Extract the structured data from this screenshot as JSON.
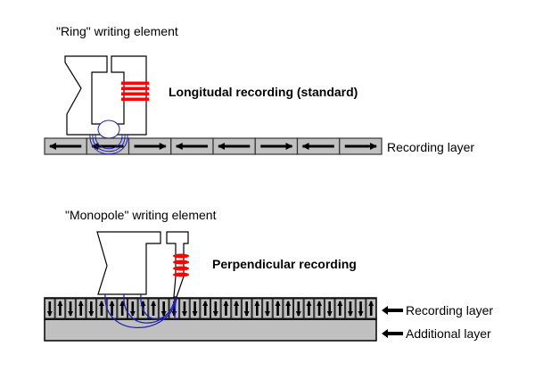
{
  "top": {
    "title": "\"Ring\" writing element",
    "method_label": "Longitudal recording (standard)",
    "layer_label": "Recording layer",
    "magnetization": [
      "left",
      "left",
      "right",
      "left",
      "left",
      "right",
      "left",
      "right"
    ]
  },
  "bottom": {
    "title": "\"Monopole\" writing element",
    "method_label": "Perpendicular recording",
    "layer_labels": [
      "Recording layer",
      "Additional layer"
    ],
    "magnetization": [
      "down",
      "up",
      "down",
      "up",
      "down",
      "up",
      "up",
      "up",
      "down",
      "up",
      "up",
      "down",
      "down",
      "down",
      "down",
      "up",
      "down",
      "up",
      "up",
      "down",
      "up",
      "down",
      "up",
      "up",
      "down",
      "up",
      "up",
      "down",
      "up",
      "down",
      "down",
      "up"
    ]
  },
  "colors": {
    "layer_fill": "#c0c0c0",
    "coil": "#ff0000",
    "field_lines": "#2222aa",
    "outline": "#000000"
  }
}
